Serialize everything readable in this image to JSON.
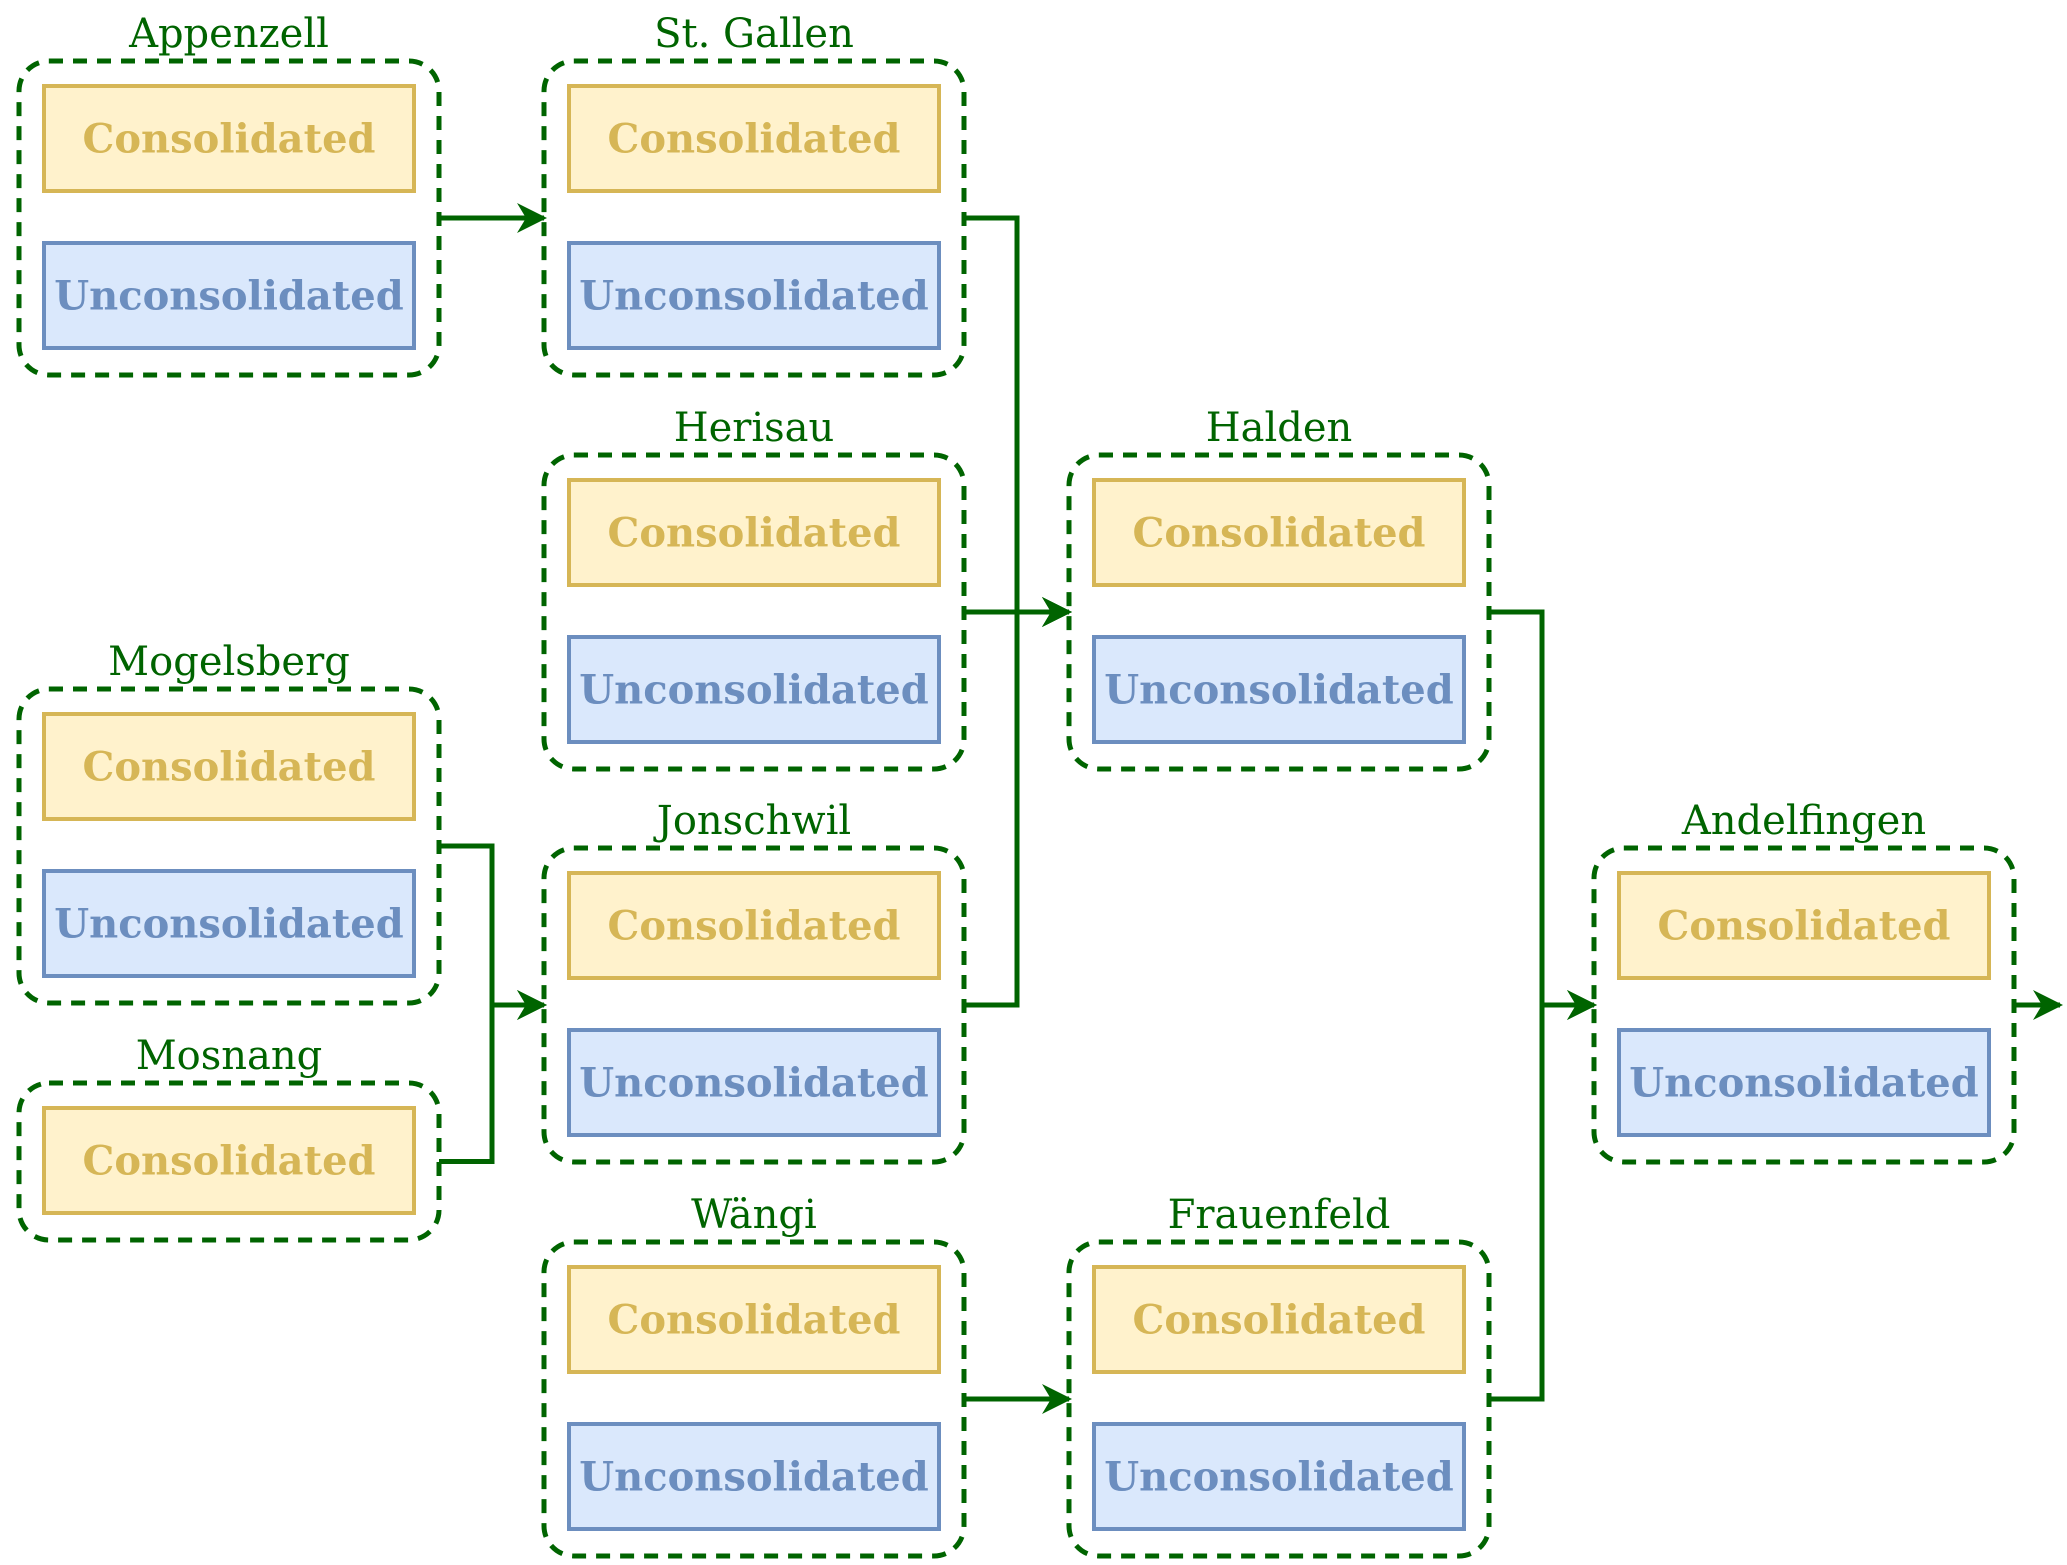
{
  "colors": {
    "accent_green": "#006400",
    "consolidated_fill": "#fff2cc",
    "consolidated_stroke": "#d6b656",
    "unconsolidated_fill": "#dae8fc",
    "unconsolidated_stroke": "#6c8ebf"
  },
  "labels": {
    "consolidated": "Consolidated",
    "unconsolidated": "Unconsolidated"
  },
  "nodes": [
    {
      "id": "appenzell",
      "title": "Appenzell",
      "boxes": [
        "consolidated",
        "unconsolidated"
      ]
    },
    {
      "id": "st-gallen",
      "title": "St. Gallen",
      "boxes": [
        "consolidated",
        "unconsolidated"
      ]
    },
    {
      "id": "herisau",
      "title": "Herisau",
      "boxes": [
        "consolidated",
        "unconsolidated"
      ]
    },
    {
      "id": "halden",
      "title": "Halden",
      "boxes": [
        "consolidated",
        "unconsolidated"
      ]
    },
    {
      "id": "mogelsberg",
      "title": "Mogelsberg",
      "boxes": [
        "consolidated",
        "unconsolidated"
      ]
    },
    {
      "id": "jonschwil",
      "title": "Jonschwil",
      "boxes": [
        "consolidated",
        "unconsolidated"
      ]
    },
    {
      "id": "andelfingen",
      "title": "Andelfingen",
      "boxes": [
        "consolidated",
        "unconsolidated"
      ]
    },
    {
      "id": "mosnang",
      "title": "Mosnang",
      "boxes": [
        "consolidated"
      ]
    },
    {
      "id": "waengi",
      "title": "Wängi",
      "boxes": [
        "consolidated",
        "unconsolidated"
      ]
    },
    {
      "id": "frauenfeld",
      "title": "Frauenfeld",
      "boxes": [
        "consolidated",
        "unconsolidated"
      ]
    }
  ],
  "edges": [
    {
      "from": "appenzell",
      "to": "st-gallen"
    },
    {
      "from": "st-gallen",
      "to": "halden"
    },
    {
      "from": "herisau",
      "to": "halden"
    },
    {
      "from": "jonschwil",
      "to": "halden"
    },
    {
      "from": "mogelsberg",
      "to": "jonschwil"
    },
    {
      "from": "mosnang",
      "to": "jonschwil"
    },
    {
      "from": "halden",
      "to": "andelfingen"
    },
    {
      "from": "frauenfeld",
      "to": "andelfingen"
    },
    {
      "from": "waengi",
      "to": "frauenfeld"
    },
    {
      "from": "andelfingen",
      "to": ""
    }
  ]
}
